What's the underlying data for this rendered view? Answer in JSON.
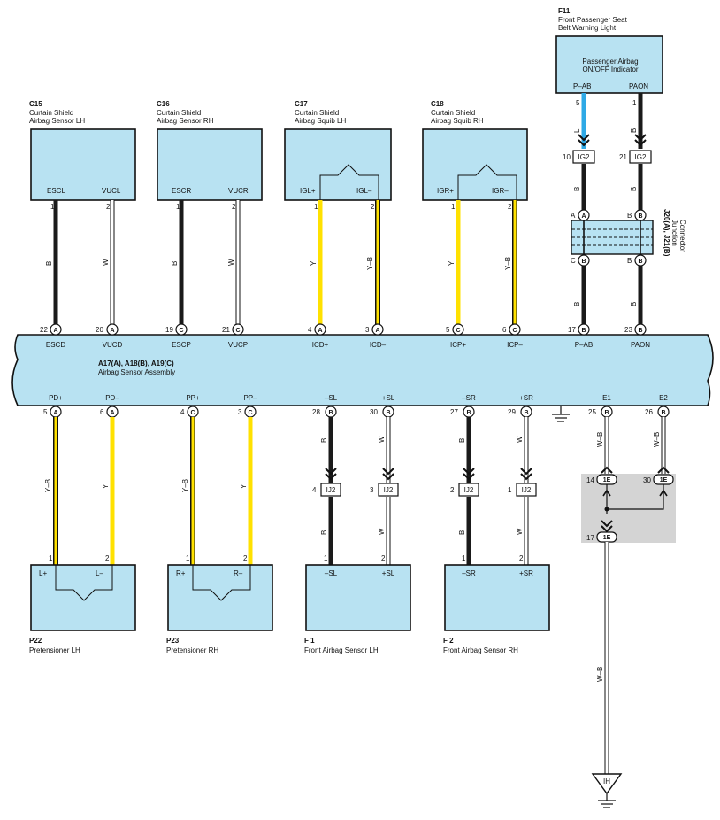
{
  "components": {
    "c15": {
      "code": "C15",
      "name1": "Curtain Shield",
      "name2": "Airbag Sensor LH",
      "t1": "ESCL",
      "t2": "VUCL"
    },
    "c16": {
      "code": "C16",
      "name1": "Curtain Shield",
      "name2": "Airbag Sensor RH",
      "t1": "ESCR",
      "t2": "VUCR"
    },
    "c17": {
      "code": "C17",
      "name1": "Curtain Shield",
      "name2": "Airbag Squib LH",
      "t1": "IGL+",
      "t2": "IGL–"
    },
    "c18": {
      "code": "C18",
      "name1": "Curtain Shield",
      "name2": "Airbag Squib RH",
      "t1": "IGR+",
      "t2": "IGR–"
    },
    "f11": {
      "code": "F11",
      "name1": "Front Passenger Seat",
      "name2": "Belt Warning Light",
      "inner1": "Passenger Airbag",
      "inner2": "ON/OFF Indicator",
      "t1": "P–AB",
      "t2": "PAON"
    },
    "p22": {
      "code": "P22",
      "name": "Pretensioner LH",
      "t1": "L+",
      "t2": "L–"
    },
    "p23": {
      "code": "P23",
      "name": "Pretensioner RH",
      "t1": "R+",
      "t2": "R–"
    },
    "f1": {
      "code": "F 1",
      "name": "Front Airbag Sensor LH",
      "t1": "–SL",
      "t2": "+SL"
    },
    "f2": {
      "code": "F 2",
      "name": "Front Airbag Sensor RH",
      "t1": "–SR",
      "t2": "+SR"
    },
    "jc": {
      "code": "J20(A), J21(B)",
      "name1": "Junction",
      "name2": "Connector"
    },
    "assembly": {
      "code": "A17(A), A18(B), A19(C)",
      "name": "Airbag Sensor Assembly"
    }
  },
  "assembly_top": [
    {
      "pin": "22",
      "letter": "A",
      "label": "ESCD"
    },
    {
      "pin": "20",
      "letter": "A",
      "label": "VUCD"
    },
    {
      "pin": "19",
      "letter": "C",
      "label": "ESCP"
    },
    {
      "pin": "21",
      "letter": "C",
      "label": "VUCP"
    },
    {
      "pin": "4",
      "letter": "A",
      "label": "ICD+"
    },
    {
      "pin": "3",
      "letter": "A",
      "label": "ICD–"
    },
    {
      "pin": "5",
      "letter": "C",
      "label": "ICP+"
    },
    {
      "pin": "6",
      "letter": "C",
      "label": "ICP–"
    },
    {
      "pin": "17",
      "letter": "B",
      "label": "P–AB"
    },
    {
      "pin": "23",
      "letter": "B",
      "label": "PAON"
    }
  ],
  "assembly_bottom": [
    {
      "pin": "5",
      "letter": "A",
      "label": "PD+"
    },
    {
      "pin": "6",
      "letter": "A",
      "label": "PD–"
    },
    {
      "pin": "4",
      "letter": "C",
      "label": "PP+"
    },
    {
      "pin": "3",
      "letter": "C",
      "label": "PP–"
    },
    {
      "pin": "28",
      "letter": "B",
      "label": "–SL"
    },
    {
      "pin": "30",
      "letter": "B",
      "label": "+SL"
    },
    {
      "pin": "27",
      "letter": "B",
      "label": "–SR"
    },
    {
      "pin": "29",
      "letter": "B",
      "label": "+SR"
    },
    {
      "pin": "25",
      "letter": "B",
      "label": "E1"
    },
    {
      "pin": "26",
      "letter": "B",
      "label": "E2"
    }
  ],
  "top_pins": {
    "c15": [
      "1",
      "2"
    ],
    "c16": [
      "1",
      "2"
    ],
    "c17": [
      "1",
      "2"
    ],
    "c18": [
      "1",
      "2"
    ],
    "f11": [
      "5",
      "1"
    ],
    "ig2": [
      "10",
      "21"
    ],
    "ig2_label": "IG2",
    "jc_in": [
      {
        "pin": "A",
        "letter": "A"
      },
      {
        "pin": "B",
        "letter": "B"
      }
    ],
    "jc_out": [
      {
        "pin": "C",
        "letter": "B"
      },
      {
        "pin": "B",
        "letter": "B"
      }
    ]
  },
  "bottom_pins": {
    "p22": [
      "1",
      "2"
    ],
    "p23": [
      "1",
      "2"
    ],
    "f1": [
      "1",
      "2"
    ],
    "f2": [
      "1",
      "2"
    ],
    "ij2": [
      "4",
      "3",
      "2",
      "1"
    ],
    "ij2_label": "IJ2",
    "e1": [
      "14",
      "30",
      "17"
    ],
    "e1_label": "1E",
    "ground": "IH"
  },
  "wire_colors": {
    "top": [
      "B",
      "W",
      "B",
      "W",
      "Y",
      "Y–B",
      "Y",
      "Y–B"
    ],
    "f11_a": [
      "L",
      "B"
    ],
    "f11_b": [
      "B",
      "B"
    ],
    "f11_c": [
      "B",
      "B"
    ],
    "bottom": [
      "Y–B",
      "Y",
      "Y–B",
      "Y"
    ],
    "sl": [
      "B",
      "W",
      "B",
      "W"
    ],
    "sl_lower": [
      "B",
      "W",
      "B",
      "W"
    ],
    "e": [
      "W–B",
      "W–B"
    ],
    "ground": "W–B"
  },
  "colors": {
    "box": "#b8e2f2",
    "black": "#1a1a1a",
    "yellow": "#ffe100",
    "blue": "#2ea9e6",
    "white": "#ffffff",
    "splice": "#d4d4d4"
  }
}
